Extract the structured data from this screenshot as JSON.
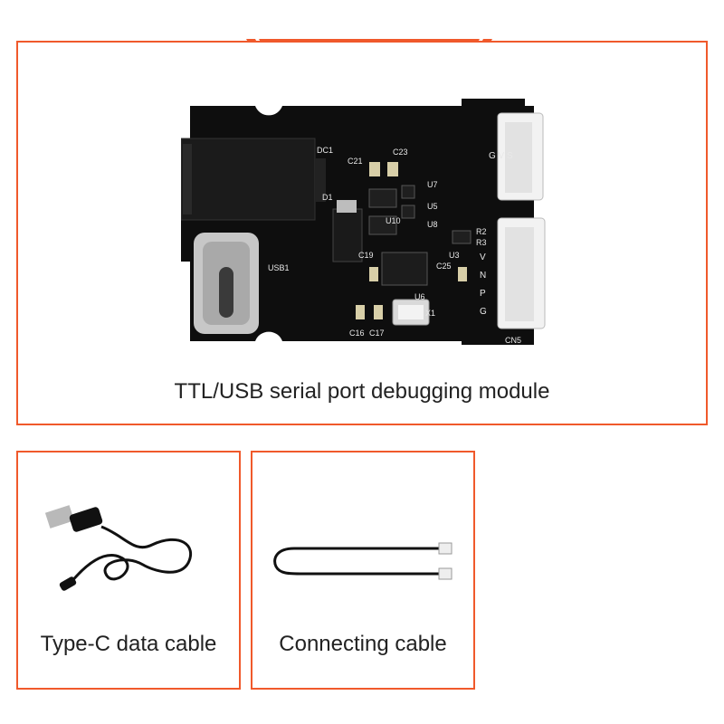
{
  "main": {
    "caption": "TTL/USB serial port debugging module"
  },
  "board_labels": {
    "dc1": "DC1",
    "usb1": "USB1",
    "d1": "D1",
    "c21": "C21",
    "c23": "C23",
    "u7": "U7",
    "u5": "U5",
    "u8": "U8",
    "u10": "U10",
    "c19": "C19",
    "u6": "U6",
    "c25": "C25",
    "u3": "U3",
    "r2": "R2",
    "r3": "R3",
    "x1": "X1",
    "c16": "C16",
    "c17": "C17",
    "cn5": "CN5",
    "pins_top": "G V S",
    "pins_right": [
      "V",
      "N",
      "P",
      "G"
    ]
  },
  "accessories": [
    {
      "caption": "Type-C data cable"
    },
    {
      "caption": "Connecting cable"
    }
  ],
  "colors": {
    "accent": "#f0592b",
    "board": "#0e0e0e",
    "silkscreen": "#e8e8e8",
    "connector": "#f2f2f2"
  }
}
